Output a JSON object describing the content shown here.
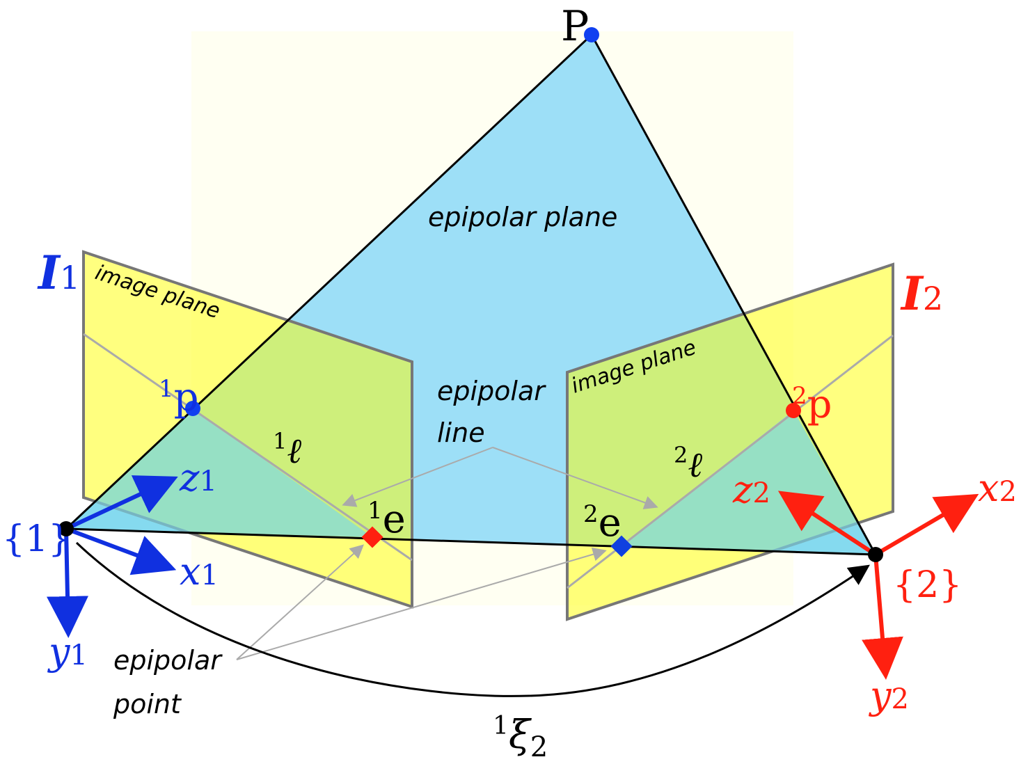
{
  "labels": {
    "point_P": "P",
    "image1": {
      "main": "I",
      "sub": "1"
    },
    "image2": {
      "main": "I",
      "sub": "2"
    },
    "image_plane_1": "image plane",
    "image_plane_2": "image plane",
    "epipolar_plane": "epipolar plane",
    "epipolar_line": [
      "epipolar",
      "line"
    ],
    "epipolar_point": [
      "epipolar",
      "point"
    ],
    "p1": {
      "sup": "1",
      "main": "p"
    },
    "p2": {
      "sup": "2",
      "main": "p"
    },
    "l1": {
      "sup": "1",
      "main": "ℓ"
    },
    "l2": {
      "sup": "2",
      "main": "ℓ"
    },
    "e1": {
      "sup": "1",
      "main": "e"
    },
    "e2": {
      "sup": "2",
      "main": "e"
    },
    "frame1": "{1}",
    "frame2": "{2}",
    "z1": {
      "main": "z",
      "sub": "1"
    },
    "x1": {
      "main": "x",
      "sub": "1"
    },
    "y1": {
      "main": "y",
      "sub": "1"
    },
    "z2": {
      "main": "z",
      "sub": "2"
    },
    "x2": {
      "main": "x",
      "sub": "2"
    },
    "y2": {
      "main": "y",
      "sub": "2"
    },
    "xi": {
      "sup": "1",
      "main": "ξ",
      "sub": "2"
    }
  },
  "colors": {
    "camera1": "#1030e0",
    "camera2": "#ff2010",
    "plane": "#9ddff7",
    "image_plane": "#ffff00",
    "epipole1": "#ff2010",
    "epipole2": "#1040e0"
  }
}
